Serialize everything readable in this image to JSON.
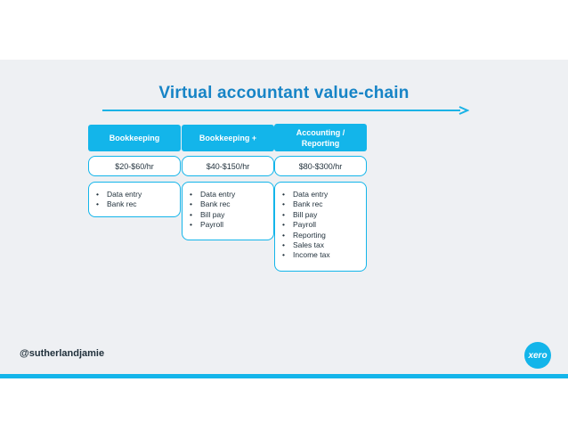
{
  "title": "Virtual accountant value-chain",
  "columns": [
    {
      "header": "Bookkeeping",
      "price": "$20-$60/hr",
      "items": [
        "Data entry",
        "Bank rec"
      ]
    },
    {
      "header": "Bookkeeping +",
      "price": "$40-$150/hr",
      "items": [
        "Data entry",
        "Bank rec",
        "Bill pay",
        "Payroll"
      ]
    },
    {
      "header": "Accounting / Reporting",
      "price": "$80-$300/hr",
      "items": [
        "Data entry",
        "Bank rec",
        "Bill pay",
        "Payroll",
        "Reporting",
        "Sales tax",
        "Income tax"
      ]
    }
  ],
  "bullet": "•",
  "footer": {
    "handle": "@sutherlandjamie",
    "logo_text": "xero"
  },
  "colors": {
    "accent": "#13b5ea",
    "title": "#1784c6",
    "background": "#eef0f3"
  }
}
